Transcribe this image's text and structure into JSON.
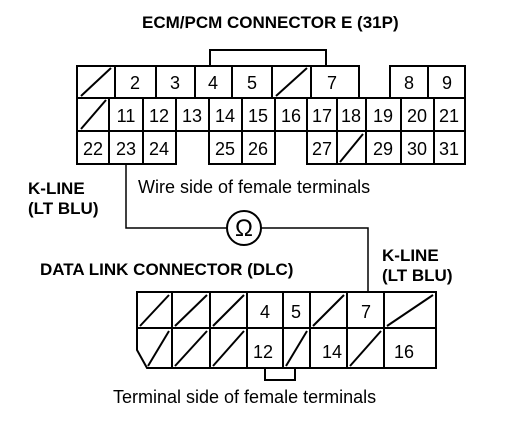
{
  "ecm_title": "ECM/PCM CONNECTOR E (31P)",
  "wire_side_label": "Wire side of female terminals",
  "kline_left": {
    "line1": "K-LINE",
    "line2": "(LT BLU)"
  },
  "kline_right": {
    "line1": "K-LINE",
    "line2": "(LT BLU)"
  },
  "dlc_title": "DATA LINK CONNECTOR (DLC)",
  "terminal_side_label": "Terminal side of female terminals",
  "ohm_symbol": "Ω",
  "ecm_rows": [
    [
      "/",
      "2",
      "3",
      "4",
      "5",
      "/",
      "7",
      "",
      "8",
      "9"
    ],
    [
      "/",
      "11",
      "12",
      "13",
      "14",
      "15",
      "16",
      "17",
      "18",
      "19",
      "20",
      "21"
    ],
    [
      "22",
      "23",
      "24",
      "",
      "25",
      "26",
      "",
      "27",
      "/",
      "29",
      "30",
      "31"
    ]
  ],
  "dlc_rows": [
    [
      "/",
      "/",
      "/",
      "4",
      "5",
      "/",
      "7",
      "/"
    ],
    [
      "/",
      "/",
      "/",
      "12",
      "/",
      "14",
      "/",
      "16"
    ]
  ]
}
